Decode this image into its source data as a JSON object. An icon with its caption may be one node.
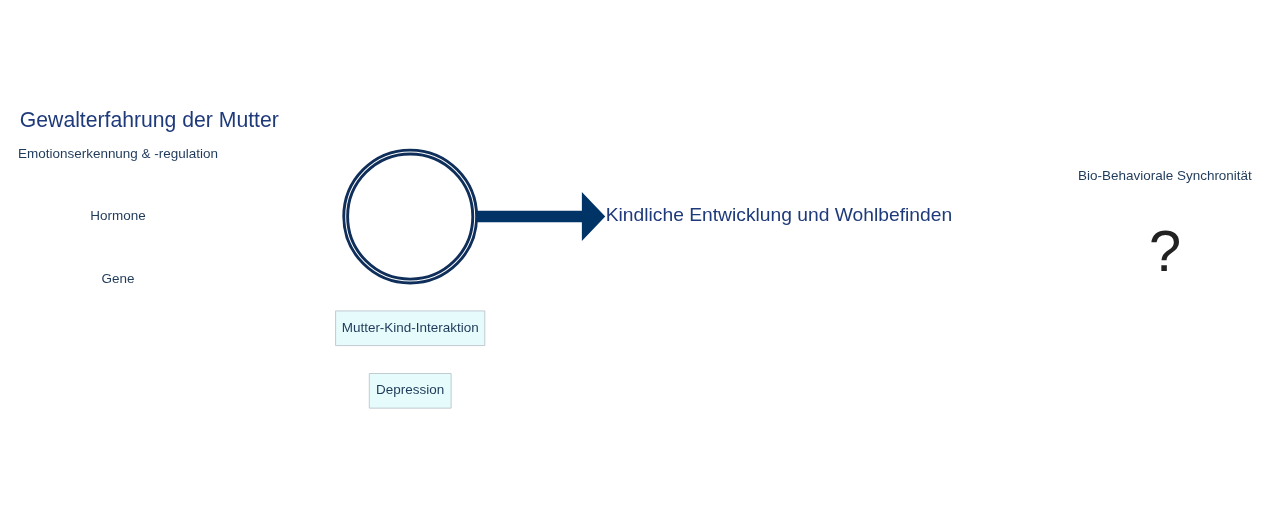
{
  "diagram": {
    "title": "Gewalterfahrung der Mutter",
    "nodes": [
      {
        "text": [
          "Depression"
        ]
      },
      {
        "text": [
          "Mutter-Kind-Interaktion"
        ]
      },
      {
        "text": [],
        "shape": "circle"
      },
      {
        "text": [
          "Kindliche Entwicklung und Wohlbefinden"
        ]
      }
    ],
    "edges": [
      {
        "from": 2,
        "to": 3,
        "arrow": "to",
        "color": "#003366"
      }
    ],
    "labels": [
      "Emotionserkennung & -regulation",
      "Hormone",
      "Gene",
      "Bio-Behaviorale Synchronität",
      "?"
    ]
  }
}
